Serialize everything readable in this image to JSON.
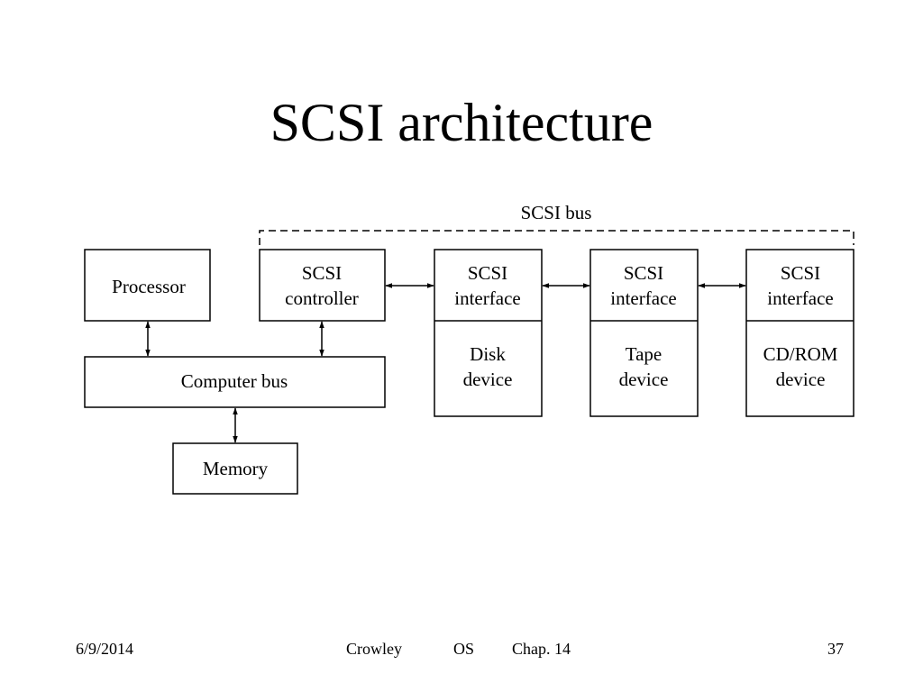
{
  "slide": {
    "title": "SCSI architecture"
  },
  "diagram": {
    "bus_label": "SCSI bus",
    "nodes": {
      "processor": "Processor",
      "computer_bus": "Computer bus",
      "memory": "Memory",
      "scsi_controller": [
        "SCSI",
        "controller"
      ],
      "disk_interface": [
        "SCSI",
        "interface"
      ],
      "disk_device": [
        "Disk",
        "device"
      ],
      "tape_interface": [
        "SCSI",
        "interface"
      ],
      "tape_device": [
        "Tape",
        "device"
      ],
      "cdrom_interface": [
        "SCSI",
        "interface"
      ],
      "cdrom_device": [
        "CD/ROM",
        "device"
      ]
    }
  },
  "footer": {
    "date": "6/9/2014",
    "author": "Crowley",
    "course": "OS",
    "chapter": "Chap. 14",
    "page": "37"
  }
}
